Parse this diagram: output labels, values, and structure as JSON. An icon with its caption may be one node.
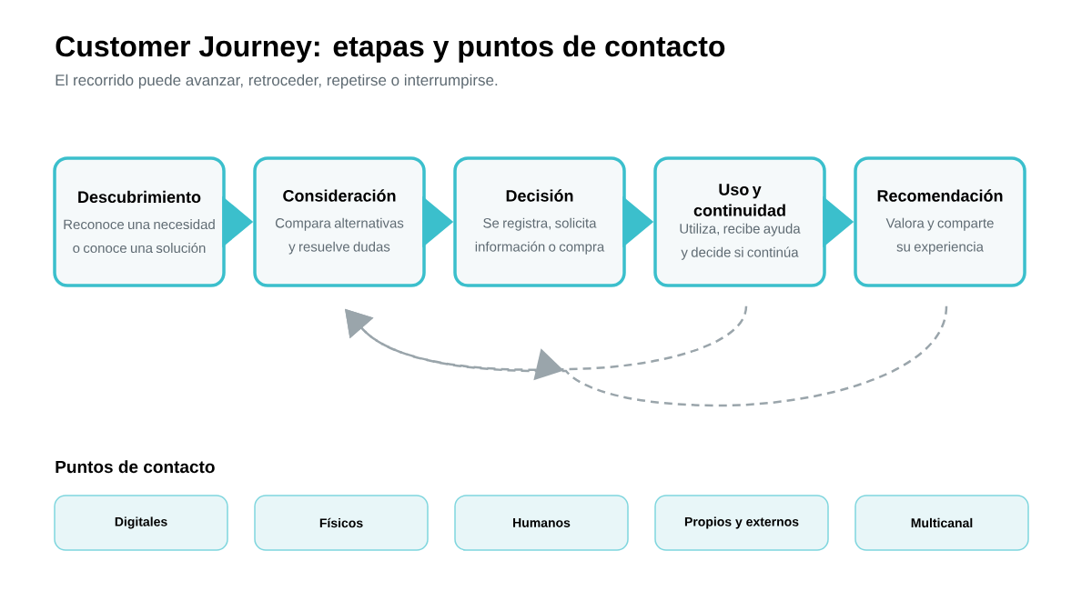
{
  "diagram": {
    "title": "Customer Journey: etapas y puntos de contacto",
    "nodes": [
      {
        "text": [
          "Descubrimiento",
          "Reconoce una necesidad o conoce una solución"
        ]
      },
      {
        "text": [
          "Consideración",
          "Compara alternativas y resuelve dudas"
        ]
      },
      {
        "text": [
          "Decisión",
          "Se registra, solicita información o compra"
        ]
      },
      {
        "text": [
          "Uso y continuidad",
          "Utiliza, recibe ayuda y decide si continúa"
        ]
      },
      {
        "text": [
          "Recomendación",
          "Valora y comparte su experiencia"
        ]
      },
      {
        "text": [
          "Digitales"
        ]
      },
      {
        "text": [
          "Físicos"
        ]
      },
      {
        "text": [
          "Humanos"
        ]
      },
      {
        "text": [
          "Propios y externos"
        ]
      },
      {
        "text": [
          "Multicanal"
        ]
      }
    ],
    "edges": [
      {
        "from": 0,
        "to": 1,
        "arrow": "to"
      },
      {
        "from": 1,
        "to": 2,
        "arrow": "to"
      },
      {
        "from": 2,
        "to": 3,
        "arrow": "to"
      },
      {
        "from": 3,
        "to": 4,
        "arrow": "to"
      },
      {
        "from": 3,
        "to": 1,
        "arrow": "to",
        "style": "dashed",
        "color": "#9aa5ab"
      },
      {
        "from": 4,
        "to": 1,
        "arrow": "to",
        "style": "dashed",
        "color": "#9aa5ab"
      }
    ],
    "labels": [
      "El recorrido puede avanzar, retroceder, repetirse o interrumpirse.",
      "Puntos de contacto"
    ]
  }
}
